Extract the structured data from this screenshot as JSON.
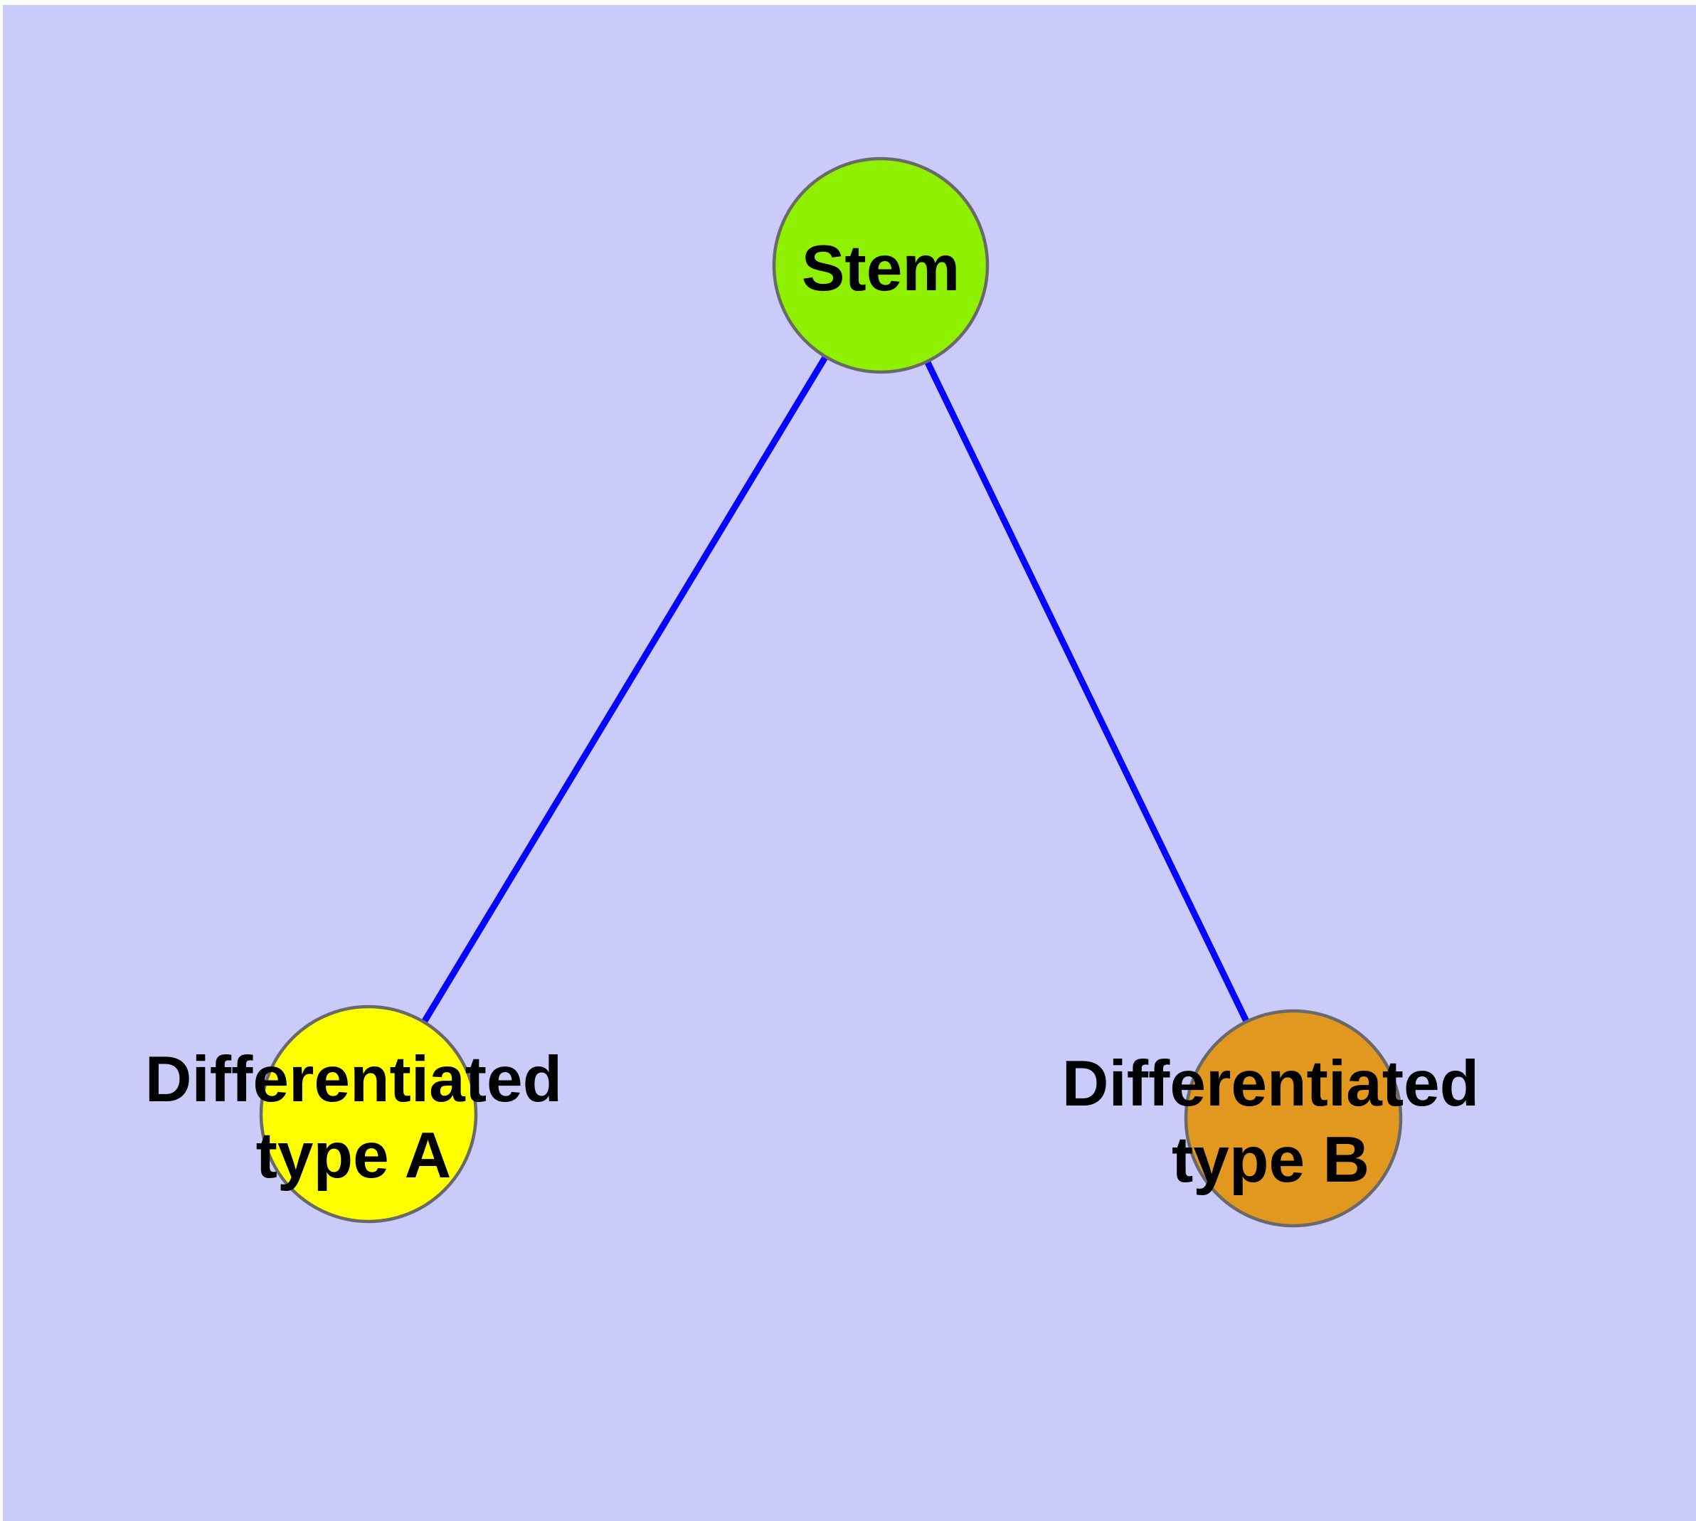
{
  "canvas": {
    "background_color": "#CBCBFA",
    "frame_color": "#FFFFFF"
  },
  "graph": {
    "title": "",
    "nodes": [
      {
        "id": "stem",
        "label": "Stem",
        "label_lines": [
          "Stem"
        ],
        "fill_color": "#8FF000",
        "border_color": "#696969",
        "text_color": "#000000"
      },
      {
        "id": "differentiated-type-a",
        "label": "Differentiated type A",
        "label_lines": [
          "Differentiated",
          "type A"
        ],
        "fill_color": "#FFFF00",
        "border_color": "#696969",
        "text_color": "#000000"
      },
      {
        "id": "differentiated-type-b",
        "label": "Differentiated type B",
        "label_lines": [
          "Differentiated",
          "type B"
        ],
        "fill_color": "#E2981E",
        "border_color": "#696969",
        "text_color": "#000000"
      }
    ],
    "edges": [
      {
        "from": "stem",
        "to": "differentiated-type-a",
        "color": "#0505FF"
      },
      {
        "from": "stem",
        "to": "differentiated-type-b",
        "color": "#0505FF"
      }
    ]
  }
}
